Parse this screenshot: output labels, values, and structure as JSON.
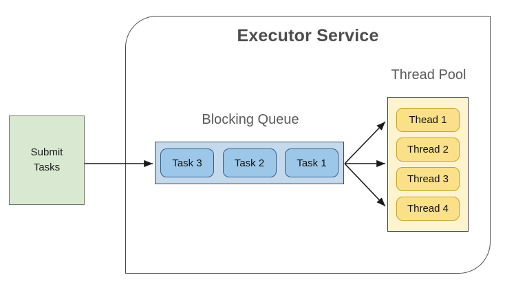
{
  "diagram": {
    "title": "Executor Service",
    "background_color": "#ffffff"
  },
  "submit": {
    "label": "Submit\nTasks",
    "fill_color": "#d9e8d0",
    "border_color": "#6b7a6b"
  },
  "queue": {
    "title": "Blocking Queue",
    "fill_color": "#c5d9ec",
    "border_color": "#3d4d5c",
    "tasks": [
      {
        "label": "Task 3"
      },
      {
        "label": "Task 2"
      },
      {
        "label": "Task 1"
      }
    ],
    "task_fill_color": "#9dc7e8",
    "task_border_color": "#2f5f87"
  },
  "thread_pool": {
    "title": "Thread Pool",
    "fill_color": "#fdf3cf",
    "border_color": "#3f3f3f",
    "threads": [
      {
        "label": "Thead 1"
      },
      {
        "label": "Thread 2"
      },
      {
        "label": "Thread 3"
      },
      {
        "label": "Thread 4"
      }
    ],
    "thread_fill_color": "#fbe08a",
    "thread_border_color": "#c9a227"
  },
  "connectors": {
    "submit_to_queue": "Submit Tasks to Blocking Queue",
    "queue_to_thread_1": "Blocking Queue to Thead 1",
    "queue_to_thread_2": "Blocking Queue to Thread 2",
    "queue_to_thread_4": "Blocking Queue to Thread 4",
    "line_color": "#1a1a1a"
  }
}
